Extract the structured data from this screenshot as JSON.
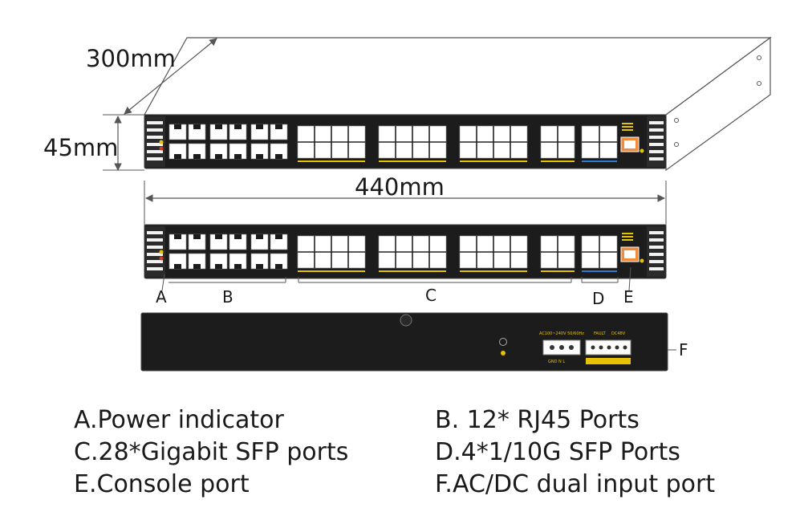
{
  "dimensions": {
    "depth": "300mm",
    "height": "45mm",
    "width": "440mm"
  },
  "callouts": [
    "A",
    "B",
    "C",
    "D",
    "E",
    "F"
  ],
  "rear_panel": {
    "power_label": "AC100~240V 50/60Hz",
    "terminal_labels": "GND N L",
    "fault_label": "FAULT",
    "dc_label": "DC48V"
  },
  "legend": {
    "a": "A.Power indicator",
    "b": "B. 12* RJ45 Ports",
    "c": "C.28*Gigabit SFP ports",
    "d": "D.4*1/10G SFP Ports",
    "e": "E.Console port",
    "f": "F.AC/DC dual input port"
  },
  "colors": {
    "chassis": "#1c1c1c",
    "port": "#ffffff",
    "accent_yellow": "#e6c200",
    "accent_blue": "#2a7bd6",
    "console_orange": "#f28b3c"
  }
}
